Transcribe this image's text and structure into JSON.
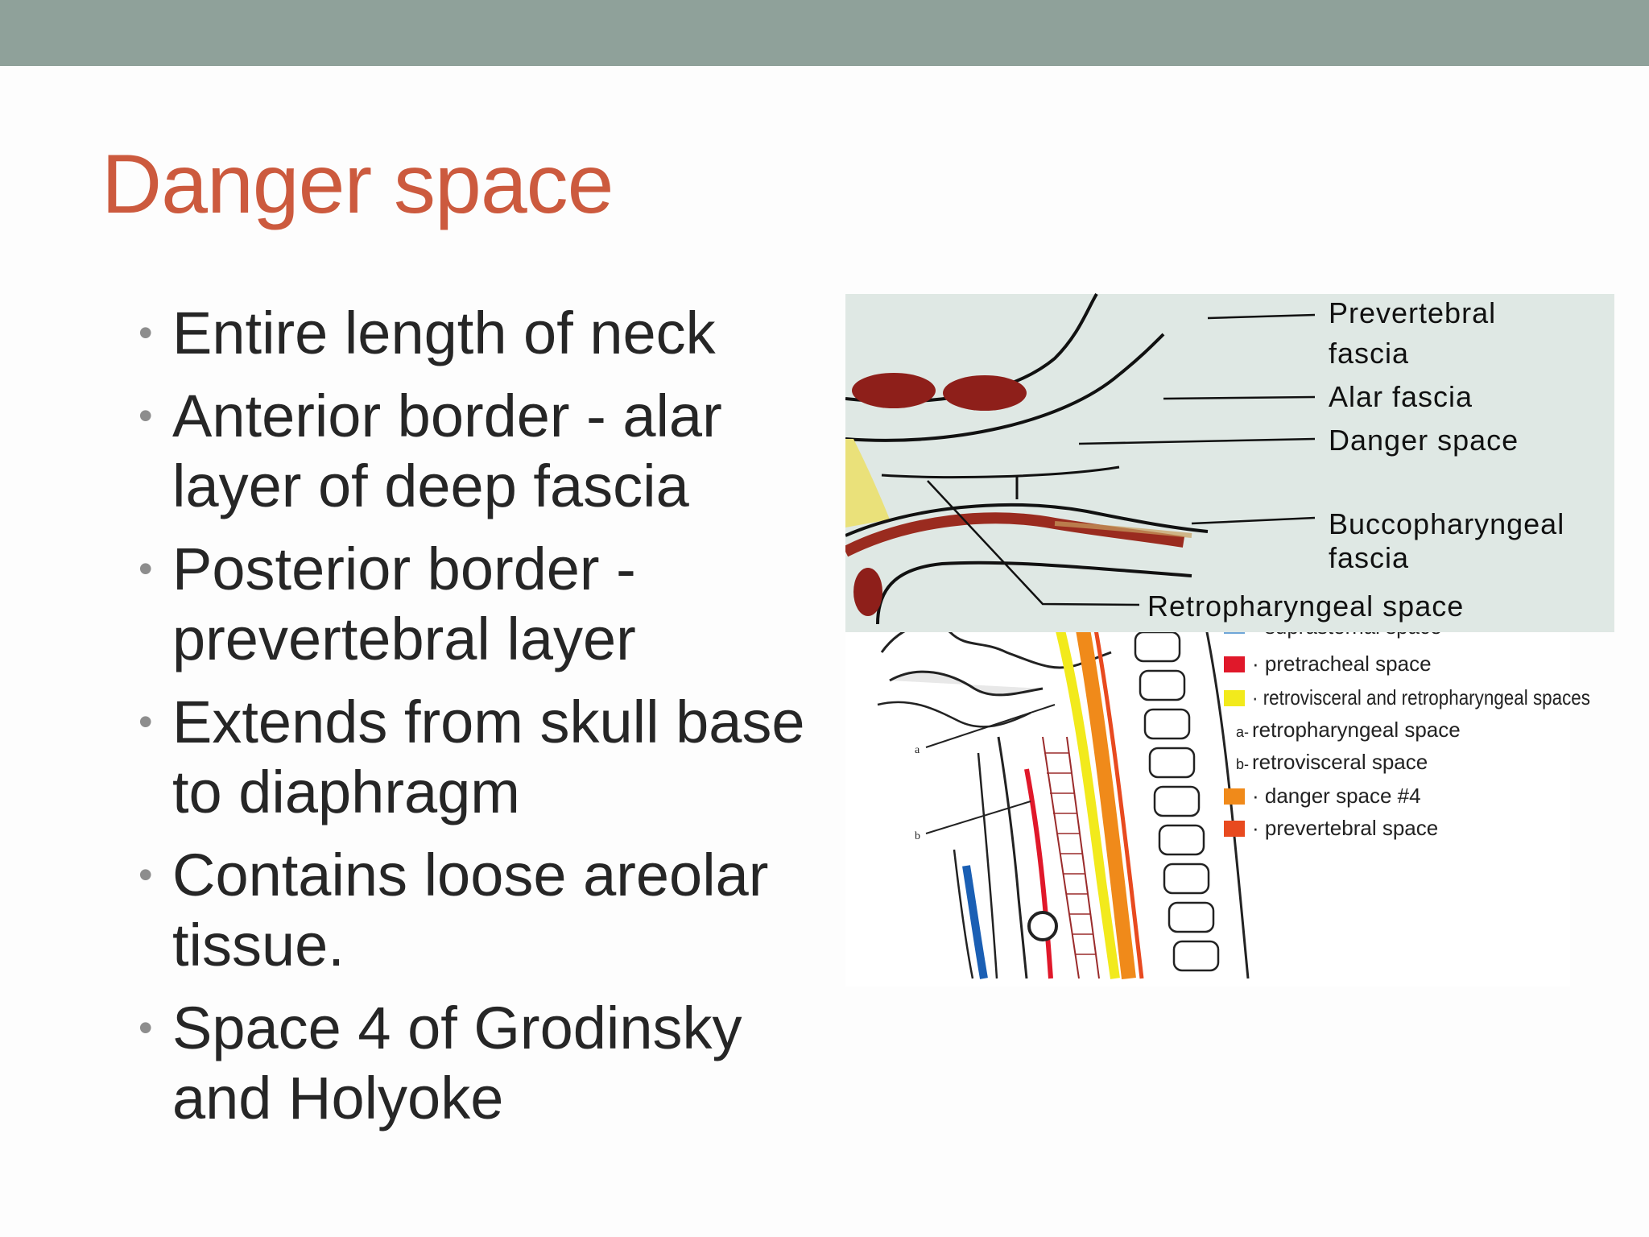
{
  "slide": {
    "title": "Danger space",
    "bullets": [
      "Entire length of neck",
      "Anterior border - alar layer of deep fascia",
      "Posterior border - prevertebral layer",
      "Extends from skull base to diaphragm",
      "Contains loose areolar tissue.",
      "Space 4 of Grodinsky and Holyoke"
    ]
  },
  "figure": {
    "top_labels": {
      "prevertebral_1": "Prevertebral",
      "prevertebral_2": "fascia",
      "alar": "Alar fascia",
      "danger": "Danger space",
      "bucco_1": "Buccopharyngeal",
      "bucco_2": "fascia",
      "retro": "Retropharyngeal space"
    },
    "legend": {
      "suprasternal": "· suprasternal space",
      "pretracheal": "· pretracheal space",
      "retrovisceral_retropharyngeal": "· retrovisceral and retropharyngeal spaces",
      "a_label": "a-",
      "a_text": "retropharyngeal space",
      "b_label": "b-",
      "b_text": "retrovisceral space",
      "danger": "· danger space #4",
      "prevertebral": "· prevertebral space"
    },
    "pointer_a": "a",
    "pointer_b": "b",
    "colors": {
      "band": "#8fa19a",
      "title": "#cc5a3e",
      "inset_bg": "#dfe8e4",
      "muscle": "#8e1f1a",
      "suprasternal": "#6fa6d8",
      "pretracheal": "#e0182a",
      "retro": "#f2ea1c",
      "danger": "#f08a1a",
      "prevertebral": "#e84a1f"
    }
  }
}
